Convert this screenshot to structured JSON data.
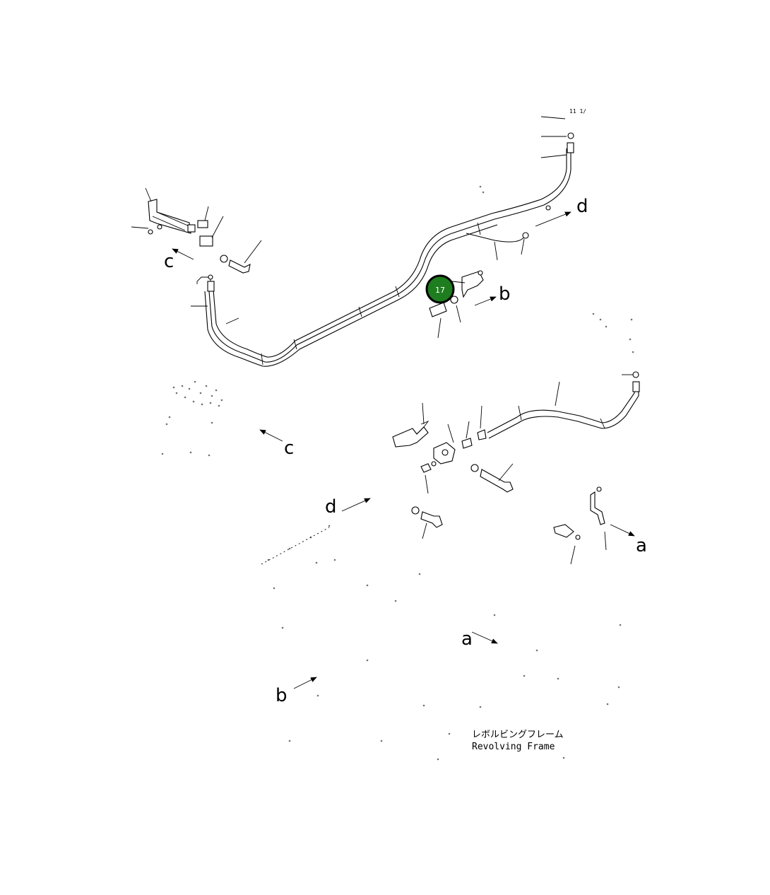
{
  "diagram": {
    "arrow_labels": {
      "a": "a",
      "b": "b",
      "c": "c",
      "d": "d"
    },
    "callout": {
      "number": "17",
      "color": "#1e7d1e",
      "ring_color": "#000000"
    },
    "frame_label_jp": "レボルビングフレーム",
    "frame_label_en": "Revolving Frame"
  }
}
